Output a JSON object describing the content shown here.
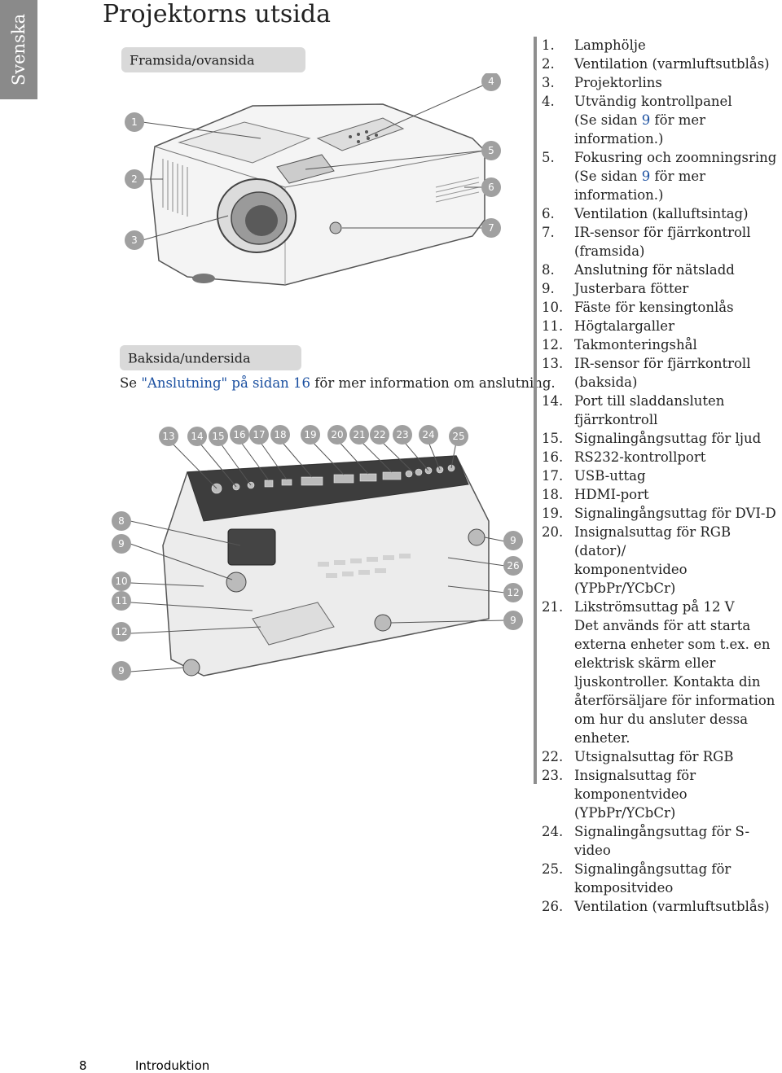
{
  "side_tab": "Svenska",
  "title": "Projektorns utsida",
  "front": {
    "heading": "Framsida/ovansida",
    "callouts_left": [
      "1",
      "2",
      "3"
    ],
    "callouts_right": [
      "4",
      "5",
      "6",
      "7"
    ]
  },
  "back": {
    "heading": "Baksida/undersida",
    "note_prefix": "Se ",
    "note_link": "\"Anslutning\" på sidan 16",
    "note_suffix": " för mer information om anslutning.",
    "callouts_top": [
      "13",
      "14",
      "15",
      "16",
      "17",
      "18",
      "19",
      "20",
      "21",
      "22",
      "23",
      "24",
      "25"
    ],
    "callouts_left": [
      "8",
      "9",
      "10",
      "11",
      "12",
      "9"
    ],
    "callouts_right": [
      "9",
      "26",
      "12",
      "9"
    ]
  },
  "items": [
    {
      "num": "1.",
      "label": "Lamphölje"
    },
    {
      "num": "2.",
      "label": "Ventilation (varmluftsutblås)"
    },
    {
      "num": "3.",
      "label": "Projektorlins"
    },
    {
      "num": "4.",
      "label": "Utvändig kontrollpanel",
      "sub_pre": "(Se sidan ",
      "sub_link": "9",
      "sub_post": " för mer information.)"
    },
    {
      "num": "5.",
      "label": "Fokusring och zoomningsring",
      "sub_pre": "(Se sidan ",
      "sub_link": "9",
      "sub_post": " för mer information.)"
    },
    {
      "num": "6.",
      "label": "Ventilation (kalluftsintag)"
    },
    {
      "num": "7.",
      "label": "IR-sensor för fjärrkontroll",
      "sub_pre": "(framsida)"
    },
    {
      "num": "8.",
      "label": "Anslutning för nätsladd"
    },
    {
      "num": "9.",
      "label": "Justerbara fötter"
    },
    {
      "num": "10.",
      "label": "Fäste för kensingtonlås"
    },
    {
      "num": "11.",
      "label": "Högtalargaller"
    },
    {
      "num": "12.",
      "label": "Takmonteringshål"
    },
    {
      "num": "13.",
      "label": "IR-sensor för fjärrkontroll",
      "sub_pre": "(baksida)"
    },
    {
      "num": "14.",
      "label": "Port till sladdansluten",
      "sub_pre": "fjärrkontroll"
    },
    {
      "num": "15.",
      "label": "Signalingångsuttag för ljud"
    },
    {
      "num": "16.",
      "label": "RS232-kontrollport"
    },
    {
      "num": "17.",
      "label": "USB-uttag"
    },
    {
      "num": "18.",
      "label": "HDMI-port"
    },
    {
      "num": "19.",
      "label": "Signalingångsuttag för DVI-D"
    },
    {
      "num": "20.",
      "label": "Insignalsuttag för RGB (dator)/",
      "sub_pre": "komponentvideo (YPbPr/YCbCr)"
    },
    {
      "num": "21.",
      "label": "Likströmsuttag på 12 V",
      "sub_pre": "Det används för att starta externa enheter som t.ex. en elektrisk skärm eller ljuskontroller. Kontakta din återförsäljare för information om hur du ansluter dessa enheter."
    },
    {
      "num": "22.",
      "label": "Utsignalsuttag för RGB"
    },
    {
      "num": "23.",
      "label": "Insignalsuttag för",
      "sub_pre": "komponentvideo (YPbPr/YCbCr)"
    },
    {
      "num": "24.",
      "label": "Signalingångsuttag för S-video"
    },
    {
      "num": "25.",
      "label": "Signalingångsuttag för",
      "sub_pre": "kompositvideo"
    },
    {
      "num": "26.",
      "label": "Ventilation (varmluftsutblås)"
    }
  ],
  "footer": {
    "page": "8",
    "section": "Introduktion"
  }
}
